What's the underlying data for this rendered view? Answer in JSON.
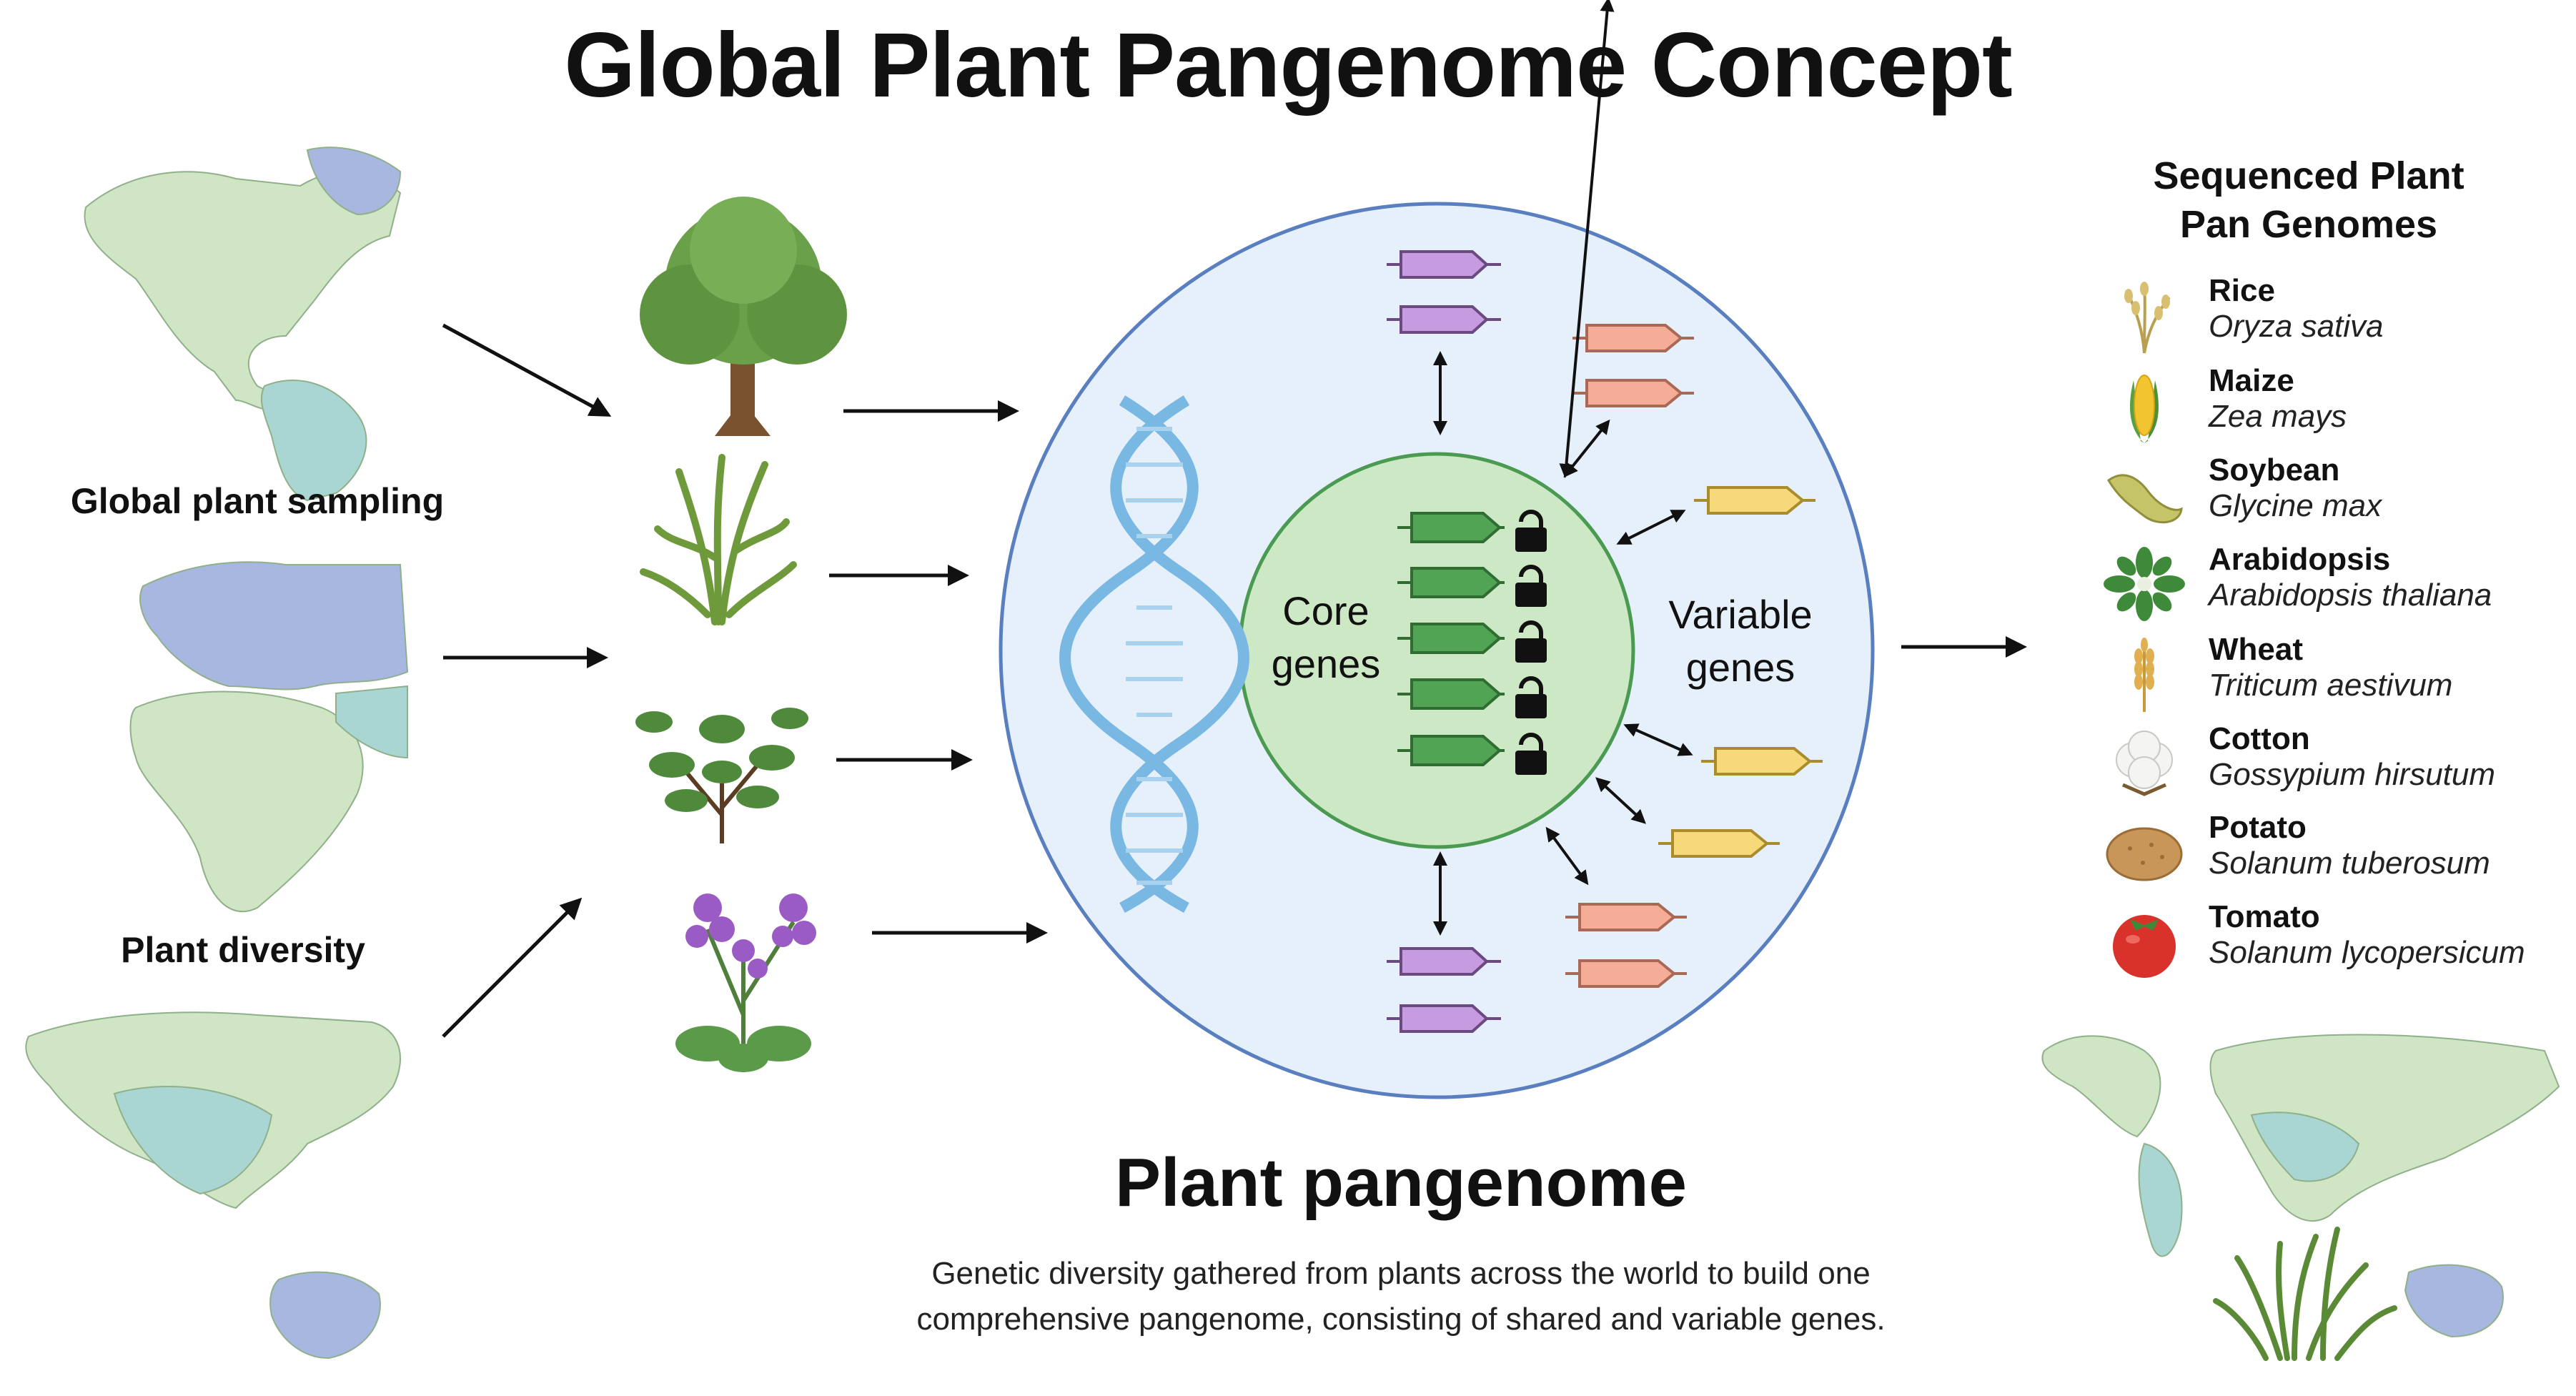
{
  "title": "Global Plant Pangenome Concept",
  "left_labels": {
    "sampling": "Global plant sampling",
    "diversity": "Plant diversity"
  },
  "cell": {
    "core_line1": "Core",
    "core_line2": "genes",
    "variable_line1": "Variable",
    "variable_line2": "genes"
  },
  "center": {
    "title": "Plant pangenome",
    "caption_line1": "Genetic diversity gathered from plants across the world to build one",
    "caption_line2": "comprehensive pangenome, consisting of shared and variable genes."
  },
  "species_panel": {
    "title_line1": "Sequenced Plant",
    "title_line2": "Pan Genomes",
    "species": [
      {
        "common": "Rice",
        "latin": "Oryza sativa",
        "icon": "rice-icon"
      },
      {
        "common": "Maize",
        "latin": "Zea mays",
        "icon": "maize-icon"
      },
      {
        "common": "Soybean",
        "latin": "Glycine max",
        "icon": "soybean-icon"
      },
      {
        "common": "Arabidopsis",
        "latin": "Arabidopsis thaliana",
        "icon": "arabidopsis-icon"
      },
      {
        "common": "Wheat",
        "latin": "Triticum aestivum",
        "icon": "wheat-icon"
      },
      {
        "common": "Cotton",
        "latin": "Gossypium hirsutum",
        "icon": "cotton-icon"
      },
      {
        "common": "Potato",
        "latin": "Solanum tuberosum",
        "icon": "potato-icon"
      },
      {
        "common": "Tomato",
        "latin": "Solanum lycopersicum",
        "icon": "tomato-icon"
      }
    ]
  },
  "colors": {
    "map_green": "#cfe5c3",
    "map_teal": "#a9d6d3",
    "map_blue": "#a7b7e0",
    "cell_fill": "#e6f0fb",
    "cell_border": "#5a7fc0",
    "core_fill": "#cde8c4",
    "core_border": "#4a9a52",
    "gene_core": "#52a455",
    "gene_purple": "#c69be0",
    "gene_salmon": "#f6ad98",
    "gene_yellow": "#f6d978",
    "dna": "#8cc2e8"
  }
}
